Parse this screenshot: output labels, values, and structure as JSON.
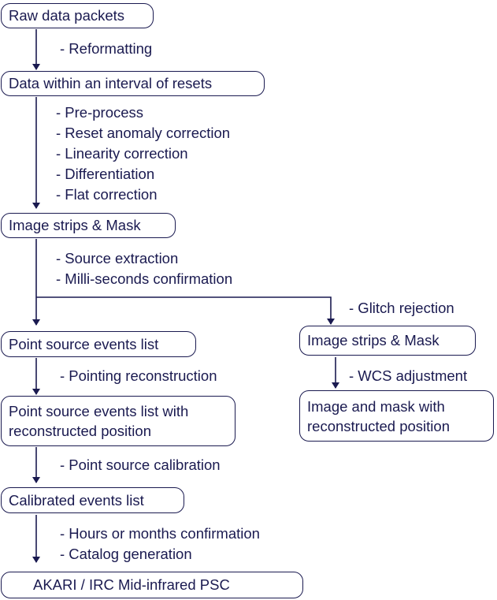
{
  "nodes": {
    "raw": "Raw data packets",
    "interval": "Data within an interval of resets",
    "strips": "Image strips & Mask",
    "point_events": "Point source events list",
    "strips2": "Image strips & Mask",
    "point_recon_1": "Point source events list with",
    "point_recon_2": "reconstructed position",
    "image_recon_1": "Image and mask with",
    "image_recon_2": "reconstructed position",
    "calibrated": "Calibrated events list",
    "psc": "AKARI / IRC Mid-infrared PSC"
  },
  "steps": {
    "reformat": [
      "- Reformatting"
    ],
    "preprocess": [
      "- Pre-process",
      "- Reset anomaly  correction",
      "- Linearity correction",
      "- Differentiation",
      "- Flat correction"
    ],
    "extract": [
      "- Source extraction",
      "- Milli-seconds confirmation"
    ],
    "glitch": [
      "- Glitch rejection"
    ],
    "pointing": [
      "- Pointing reconstruction"
    ],
    "wcs": [
      "- WCS adjustment"
    ],
    "calib": [
      "- Point source calibration"
    ],
    "catalog": [
      "- Hours or months confirmation",
      "- Catalog generation"
    ]
  }
}
